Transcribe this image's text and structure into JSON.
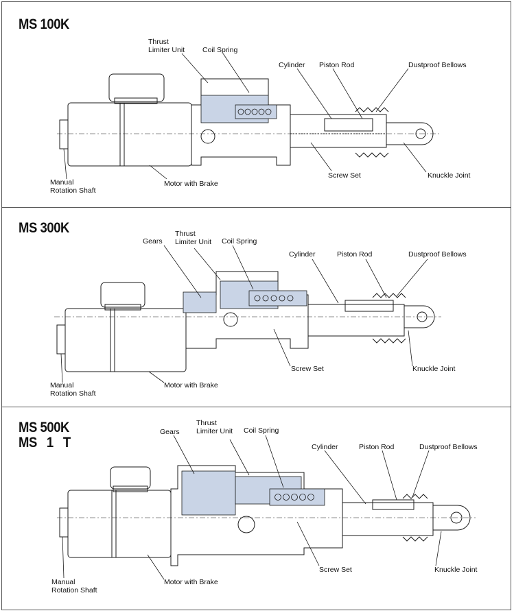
{
  "panels": [
    {
      "model_lines": [
        "MS 100K"
      ],
      "labels": {
        "thrust_limiter": [
          "Thrust",
          "Limiter Unit"
        ],
        "coil_spring": "Coil Spring",
        "cylinder": "Cylinder",
        "piston_rod": "Piston Rod",
        "dustproof_bellows": "Dustproof Bellows",
        "manual_rotation": [
          "Manual",
          "Rotation Shaft"
        ],
        "motor_brake": "Motor with Brake",
        "screw_set": "Screw Set",
        "knuckle_joint": "Knuckle Joint"
      }
    },
    {
      "model_lines": [
        "MS 300K"
      ],
      "labels": {
        "gears": "Gears",
        "thrust_limiter": [
          "Thrust",
          "Limiter Unit"
        ],
        "coil_spring": "Coil Spring",
        "cylinder": "Cylinder",
        "piston_rod": "Piston Rod",
        "dustproof_bellows": "Dustproof Bellows",
        "manual_rotation": [
          "Manual",
          "Rotation Shaft"
        ],
        "motor_brake": "Motor with Brake",
        "screw_set": "Screw Set",
        "knuckle_joint": "Knuckle Joint"
      }
    },
    {
      "model_lines": [
        "MS 500K",
        "MS   1   T"
      ],
      "labels": {
        "gears": "Gears",
        "thrust_limiter": [
          "Thrust",
          "Limiter Unit"
        ],
        "coil_spring": "Coil Spring",
        "cylinder": "Cylinder",
        "piston_rod": "Piston Rod",
        "dustproof_bellows": "Dustproof Bellows",
        "manual_rotation": [
          "Manual",
          "Rotation Shaft"
        ],
        "motor_brake": "Motor with Brake",
        "screw_set": "Screw Set",
        "knuckle_joint": "Knuckle Joint"
      }
    }
  ],
  "colors": {
    "section_fill": "#c9d4e6",
    "line": "#1a1a1a"
  }
}
